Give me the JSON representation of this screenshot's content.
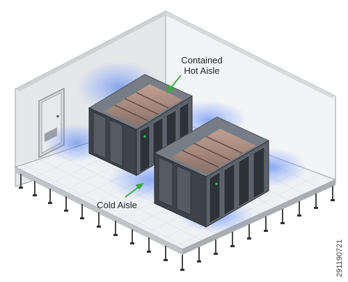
{
  "labels": {
    "hot_aisle_line1": "Contained",
    "hot_aisle_line2": "Hot Aisle",
    "cold_aisle": "Cold Aisle"
  },
  "stock_id": "291190721",
  "colors": {
    "floor": "#eef1f4",
    "wall": "#e3e5e7",
    "rack_front": "#555c66",
    "rack_side": "#3b4048",
    "rack_top": "#7d848d",
    "cold_glow": "#3a6cf0",
    "arrow": "#3aa845"
  }
}
